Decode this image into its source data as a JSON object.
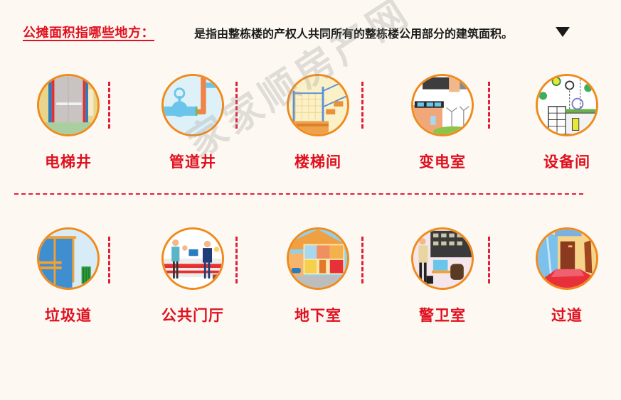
{
  "header": {
    "title": "公摊面积指哪些地方：",
    "description": "是指由整栋楼的产权人共同所有的整栋楼公用部分的建筑面积。",
    "triangle_icon": "down-triangle-icon"
  },
  "colors": {
    "background": "#fdf9f2",
    "accent_red": "#e0101f",
    "circle_border": "#f08a1c",
    "text_dark": "#1a1a1a"
  },
  "watermark": "家家顺房产网",
  "rows": [
    {
      "items": [
        {
          "label": "电梯井",
          "icon": "elevator-shaft-icon"
        },
        {
          "label": "管道井",
          "icon": "pipe-shaft-icon"
        },
        {
          "label": "楼梯间",
          "icon": "stairwell-icon"
        },
        {
          "label": "变电室",
          "icon": "substation-icon"
        },
        {
          "label": "设备间",
          "icon": "equipment-room-icon"
        }
      ]
    },
    {
      "items": [
        {
          "label": "垃圾道",
          "icon": "garbage-chute-icon"
        },
        {
          "label": "公共门厅",
          "icon": "public-lobby-icon"
        },
        {
          "label": "地下室",
          "icon": "basement-icon"
        },
        {
          "label": "警卫室",
          "icon": "guard-room-icon"
        },
        {
          "label": "过道",
          "icon": "corridor-icon"
        }
      ]
    }
  ]
}
